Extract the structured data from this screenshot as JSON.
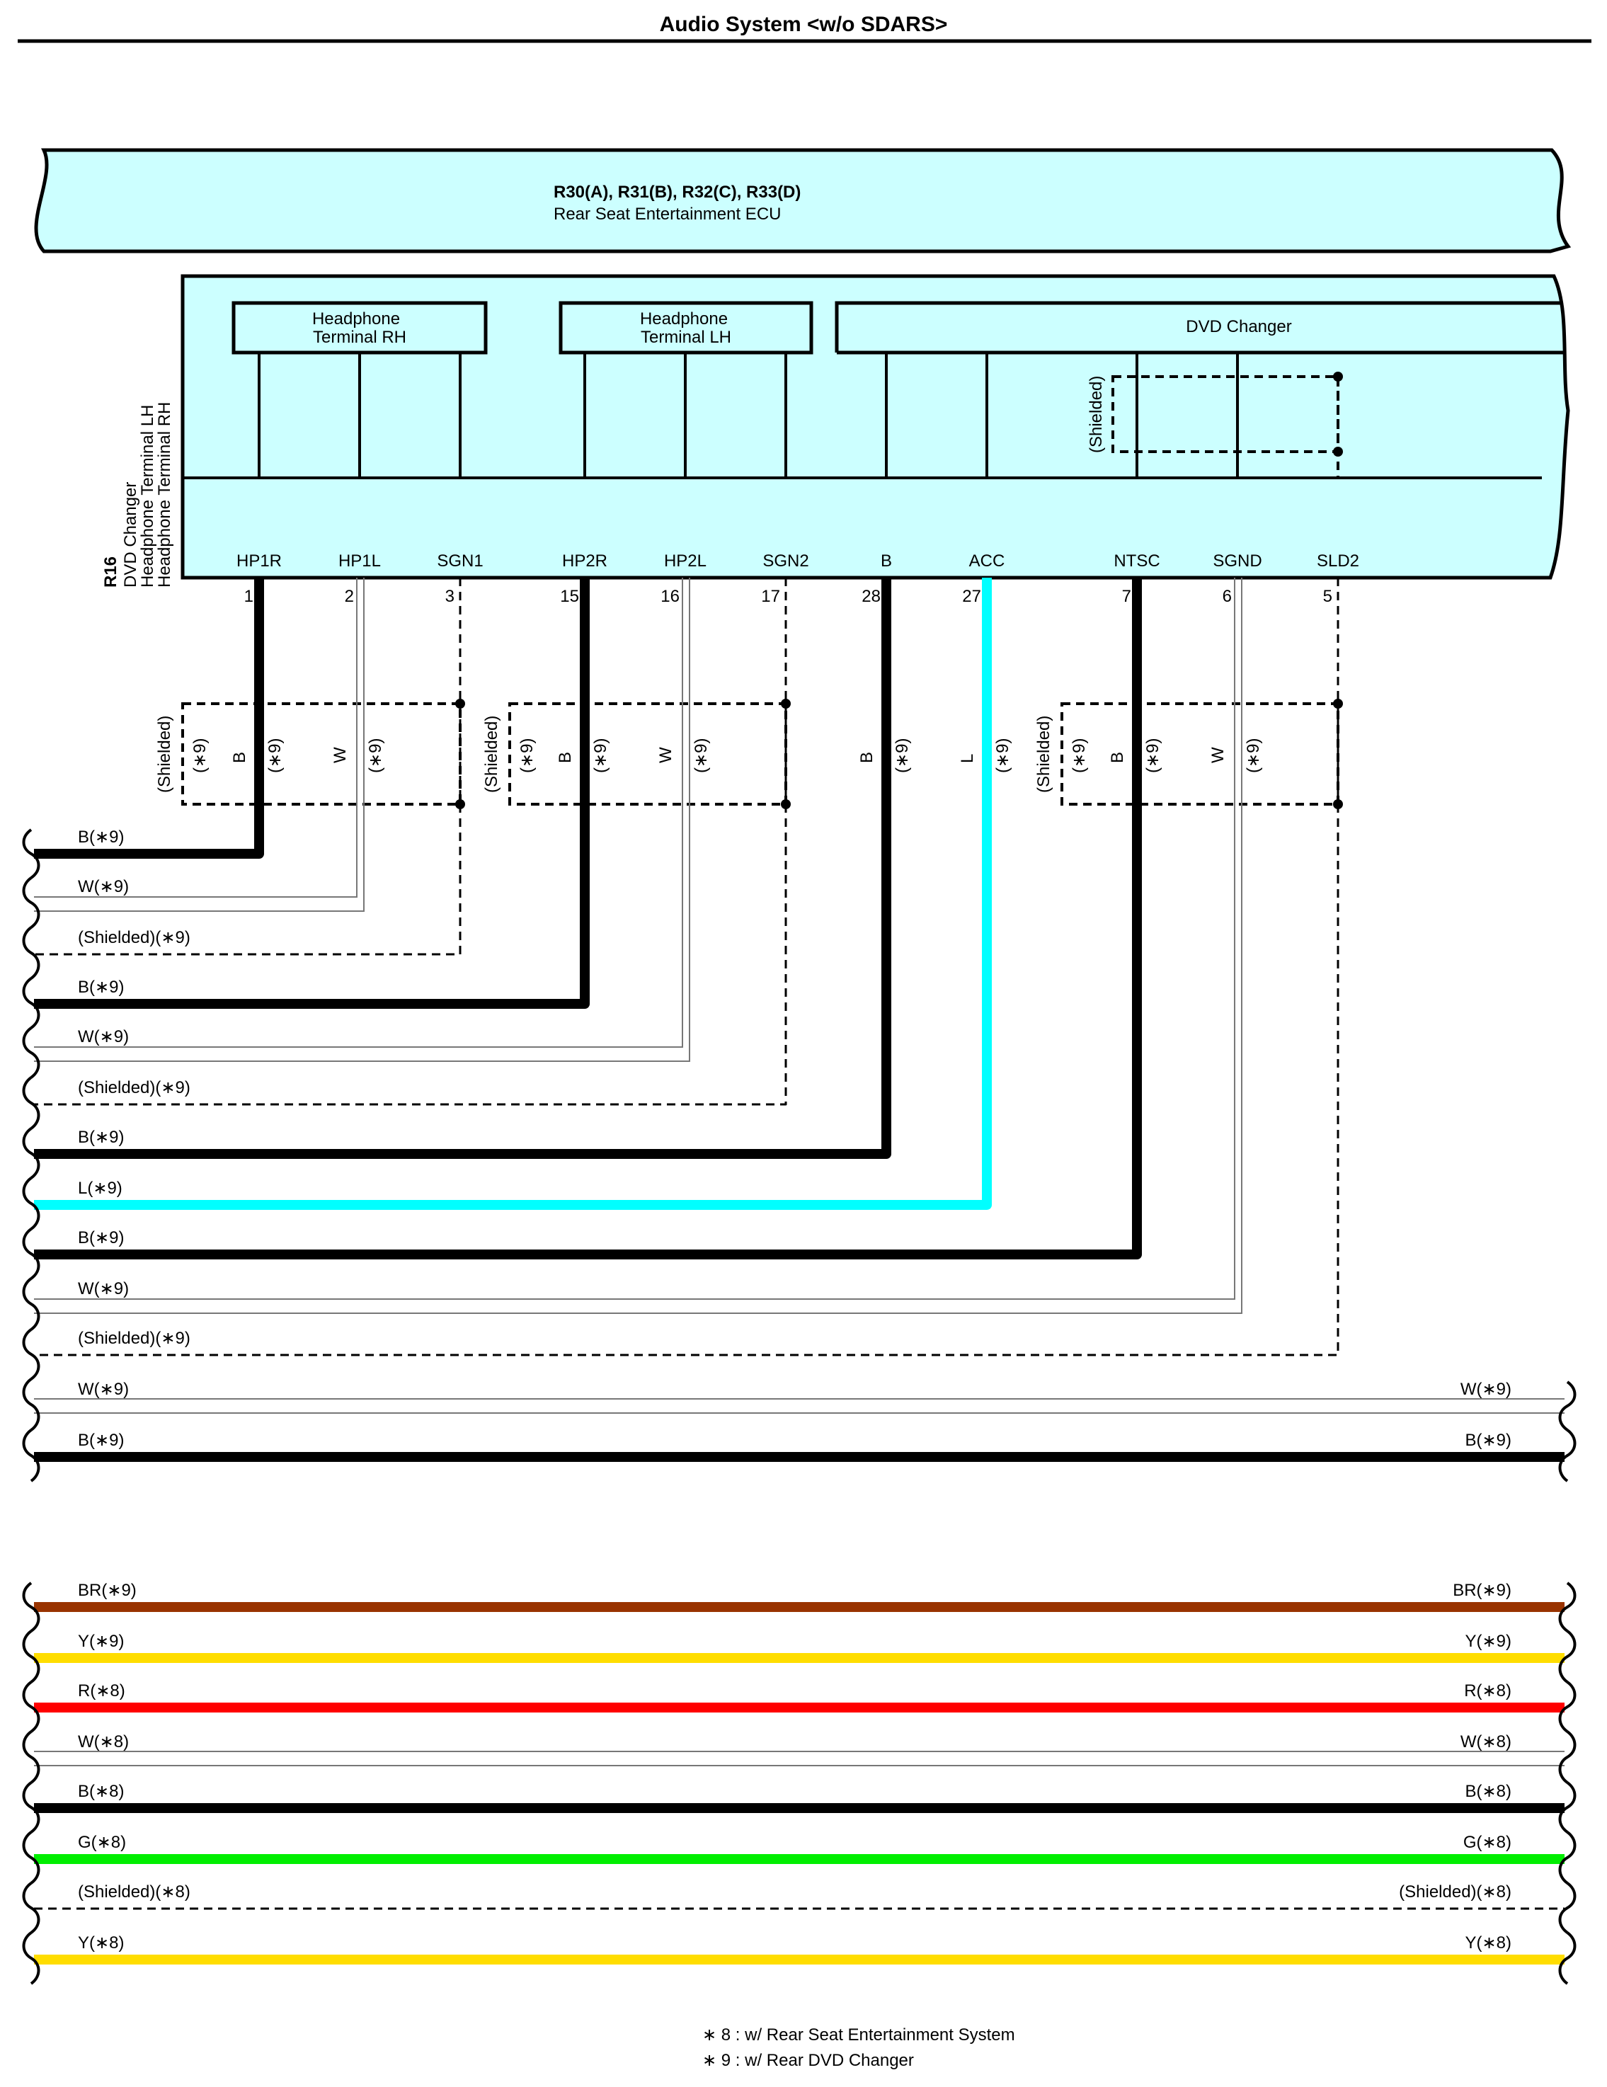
{
  "title": "Audio System <w/o SDARS>",
  "ecu": {
    "code": "R30(A), R31(B), R32(C), R33(D)",
    "name": "Rear Seat Entertainment ECU"
  },
  "connector": {
    "code": "R16",
    "names": [
      "DVD Changer",
      "Headphone Terminal LH",
      "Headphone Terminal RH"
    ]
  },
  "boxes": {
    "hp_rh": [
      "Headphone",
      "Terminal RH"
    ],
    "hp_lh": [
      "Headphone",
      "Terminal LH"
    ],
    "dvd": "DVD Changer"
  },
  "shielded": "(Shielded)",
  "asterisk9": "(∗9)",
  "pins": [
    {
      "name": "HP1R",
      "num": "1",
      "color": "B"
    },
    {
      "name": "HP1L",
      "num": "2",
      "color": "W"
    },
    {
      "name": "SGN1",
      "num": "3",
      "color": ""
    },
    {
      "name": "HP2R",
      "num": "15",
      "color": "B"
    },
    {
      "name": "HP2L",
      "num": "16",
      "color": "W"
    },
    {
      "name": "SGN2",
      "num": "17",
      "color": ""
    },
    {
      "name": "B",
      "num": "28",
      "color": "B"
    },
    {
      "name": "ACC",
      "num": "27",
      "color": "L"
    },
    {
      "name": "NTSC",
      "num": "7",
      "color": "B"
    },
    {
      "name": "SGND",
      "num": "6",
      "color": "W"
    },
    {
      "name": "SLD2",
      "num": "5",
      "color": ""
    }
  ],
  "left_wires": [
    {
      "label": "B(∗9)",
      "color": "#000000"
    },
    {
      "label": "W(∗9)",
      "color": "#ffffff"
    },
    {
      "label": "(Shielded)(∗9)",
      "color": "shielded"
    },
    {
      "label": "B(∗9)",
      "color": "#000000"
    },
    {
      "label": "W(∗9)",
      "color": "#ffffff"
    },
    {
      "label": "(Shielded)(∗9)",
      "color": "shielded"
    },
    {
      "label": "B(∗9)",
      "color": "#000000"
    },
    {
      "label": "L(∗9)",
      "color": "#00ffff"
    },
    {
      "label": "B(∗9)",
      "color": "#000000"
    },
    {
      "label": "W(∗9)",
      "color": "#ffffff"
    },
    {
      "label": "(Shielded)(∗9)",
      "color": "shielded"
    }
  ],
  "through_wires_1": [
    {
      "label": "W(∗9)",
      "color": "#ffffff"
    },
    {
      "label": "B(∗9)",
      "color": "#000000"
    }
  ],
  "through_wires_2": [
    {
      "label": "BR(∗9)",
      "color": "#993300"
    },
    {
      "label": "Y(∗9)",
      "color": "#ffdd00"
    },
    {
      "label": "R(∗8)",
      "color": "#ff0000"
    },
    {
      "label": "W(∗8)",
      "color": "#ffffff"
    },
    {
      "label": "B(∗8)",
      "color": "#000000"
    },
    {
      "label": "G(∗8)",
      "color": "#00ee00"
    },
    {
      "label": "(Shielded)(∗8)",
      "color": "shielded"
    },
    {
      "label": "Y(∗8)",
      "color": "#ffdd00"
    }
  ],
  "notes": [
    "∗ 8 : w/ Rear Seat Entertainment System",
    "∗ 9 : w/ Rear DVD Changer"
  ],
  "colors": {
    "fill": "#ccffff",
    "cyan": "#00ffff"
  }
}
